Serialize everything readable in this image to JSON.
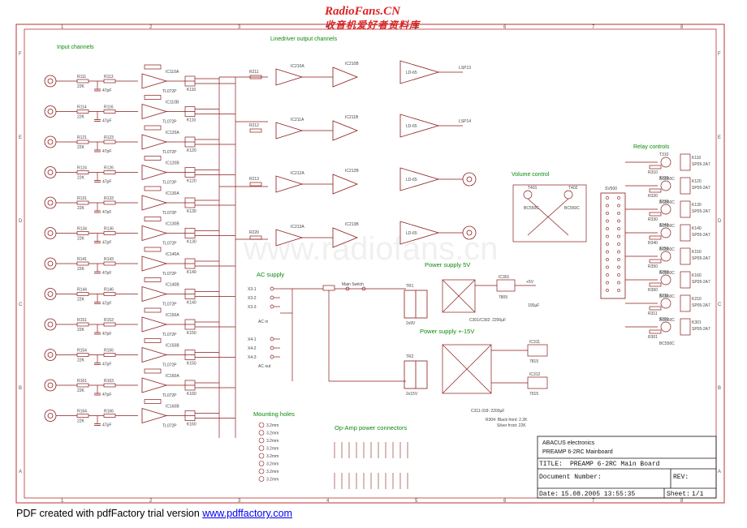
{
  "watermark": {
    "site": "RadioFans.CN",
    "slogan": "收音机爱好者资料库",
    "center": "www.radiofans.cn"
  },
  "sections": {
    "input_channels": "Input channels",
    "linedriver": "Linedriver output channels",
    "relay_controls": "Relay controls",
    "volume_control": "Volume control",
    "ac_supply": "AC supply",
    "power_5v": "Power supply 5V",
    "power_15v": "Power supply +-15V",
    "mounting_holes": "Mounting holes",
    "opamp_power": "Op-Amp power connectors"
  },
  "input_rows": [
    {
      "rin": "R111",
      "rin_val": "22K",
      "cap": "47pF",
      "rb": "R113",
      "ic": "IC110A",
      "ic_type": "TL072P",
      "relay": "K110"
    },
    {
      "rin": "R114",
      "rin_val": "22K",
      "cap": "47pF",
      "rb": "R116",
      "ic": "IC110B",
      "ic_type": "TL072P",
      "relay": "K110"
    },
    {
      "rin": "R121",
      "rin_val": "22K",
      "cap": "47pF",
      "rb": "R123",
      "ic": "IC120A",
      "ic_type": "TL072P",
      "relay": "K120"
    },
    {
      "rin": "R124",
      "rin_val": "22K",
      "cap": "47pF",
      "rb": "R126",
      "ic": "IC120B",
      "ic_type": "TL072P",
      "relay": "K120"
    },
    {
      "rin": "R131",
      "rin_val": "22K",
      "cap": "47pF",
      "rb": "R133",
      "ic": "IC130A",
      "ic_type": "TL072P",
      "relay": "K130"
    },
    {
      "rin": "R134",
      "rin_val": "22K",
      "cap": "47pF",
      "rb": "R136",
      "ic": "IC130B",
      "ic_type": "TL072P",
      "relay": "K130"
    },
    {
      "rin": "R141",
      "rin_val": "22K",
      "cap": "47pF",
      "rb": "R143",
      "ic": "IC140A",
      "ic_type": "TL072P",
      "relay": "K140"
    },
    {
      "rin": "R144",
      "rin_val": "22K",
      "cap": "47pF",
      "rb": "R146",
      "ic": "IC140B",
      "ic_type": "TL072P",
      "relay": "K140"
    },
    {
      "rin": "R151",
      "rin_val": "22K",
      "cap": "47pF",
      "rb": "R153",
      "ic": "IC150A",
      "ic_type": "TL072P",
      "relay": "K150"
    },
    {
      "rin": "R154",
      "rin_val": "22K",
      "cap": "47pF",
      "rb": "R156",
      "ic": "IC150B",
      "ic_type": "TL072P",
      "relay": "K150"
    },
    {
      "rin": "R161",
      "rin_val": "22K",
      "cap": "47pF",
      "rb": "R163",
      "ic": "IC160A",
      "ic_type": "TL072P",
      "relay": "K160"
    },
    {
      "rin": "R164",
      "rin_val": "22K",
      "cap": "47pF",
      "rb": "R166",
      "ic": "IC160B",
      "ic_type": "TL072P",
      "relay": "K160"
    }
  ],
  "ld_rows": [
    {
      "r": "R211",
      "ic1": "IC210A",
      "ic2": "IC210B",
      "ld": "LD-65",
      "out": "LSP13"
    },
    {
      "r": "R212",
      "ic1": "IC211A",
      "ic2": "IC211B",
      "ld": "LD-65",
      "out": "LSP14"
    },
    {
      "r": "R213",
      "ic1": "IC212A",
      "ic2": "IC212B",
      "ld": "LD-65",
      "out": ""
    },
    {
      "r": "R220",
      "ic1": "IC213A",
      "ic2": "IC213B",
      "ld": "LD-65",
      "out": ""
    }
  ],
  "relays": [
    {
      "t": "T310",
      "k": "K110",
      "r": "R310"
    },
    {
      "t": "T320",
      "k": "K120",
      "r": "R320"
    },
    {
      "t": "T330",
      "k": "K130",
      "r": "R330"
    },
    {
      "t": "T340",
      "k": "K140",
      "r": "R340"
    },
    {
      "t": "T350",
      "k": "K150",
      "r": "R350"
    },
    {
      "t": "T360",
      "k": "K160",
      "r": "R360"
    },
    {
      "t": "T311",
      "k": "K210",
      "r": "R311"
    },
    {
      "t": "T301",
      "k": "K301",
      "r": "R301"
    }
  ],
  "relay_type": "BC550C",
  "relay_coil": "SP05-2A7",
  "connector": "SV500",
  "volume": {
    "t1": "T401",
    "t2": "T402",
    "type": "BC550C"
  },
  "ac_pins": [
    "X3-1",
    "X3-2",
    "X3-3",
    "X4-1",
    "X4-2",
    "X4-3"
  ],
  "ac_in": "AC in",
  "ac_out": "AC out",
  "main_switch": "Main Switch",
  "tr1": "TR1",
  "tr1_v": "2x9V",
  "tr2": "TR2",
  "tr2_v": "2x15V",
  "vreg_5": {
    "ic": "IC301",
    "type": "7805",
    "out": "+5V",
    "cap": "100µF"
  },
  "caps_5v": "C301/C302: 2200µF",
  "caps_15v": "C311-318: 2200µF",
  "vreg_15": [
    {
      "ic": "IC311",
      "type": "7815"
    },
    {
      "ic": "IC312",
      "type": "7915"
    }
  ],
  "r304_note": "R304: Black front: 2.2K",
  "r304_note2": "Silver front: 22K",
  "holes": [
    "3.2mm",
    "3.2mm",
    "3.2mm",
    "3.2mm",
    "3.2mm",
    "3.2mm",
    "3.2mm",
    "3.2mm"
  ],
  "title_block": {
    "company": "ABACUS electronics",
    "product": "PREAMP 6-2RC Mainboard",
    "title_label": "TITLE:",
    "title_value": "PREAMP 6-2RC Main Board",
    "docnum_label": "Document Number:",
    "rev_label": "REV:",
    "date_label": "Date:",
    "date_value": "15.08.2005 13:55:35",
    "sheet_label": "Sheet:",
    "sheet_value": "1/1"
  },
  "grid": {
    "cols": [
      "1",
      "2",
      "3",
      "4",
      "5",
      "6",
      "7",
      "8"
    ],
    "rows": [
      "F",
      "E",
      "D",
      "C",
      "B",
      "A"
    ]
  },
  "footer": {
    "text": "PDF created with pdfFactory trial version ",
    "link": "www.pdffactory.com"
  }
}
